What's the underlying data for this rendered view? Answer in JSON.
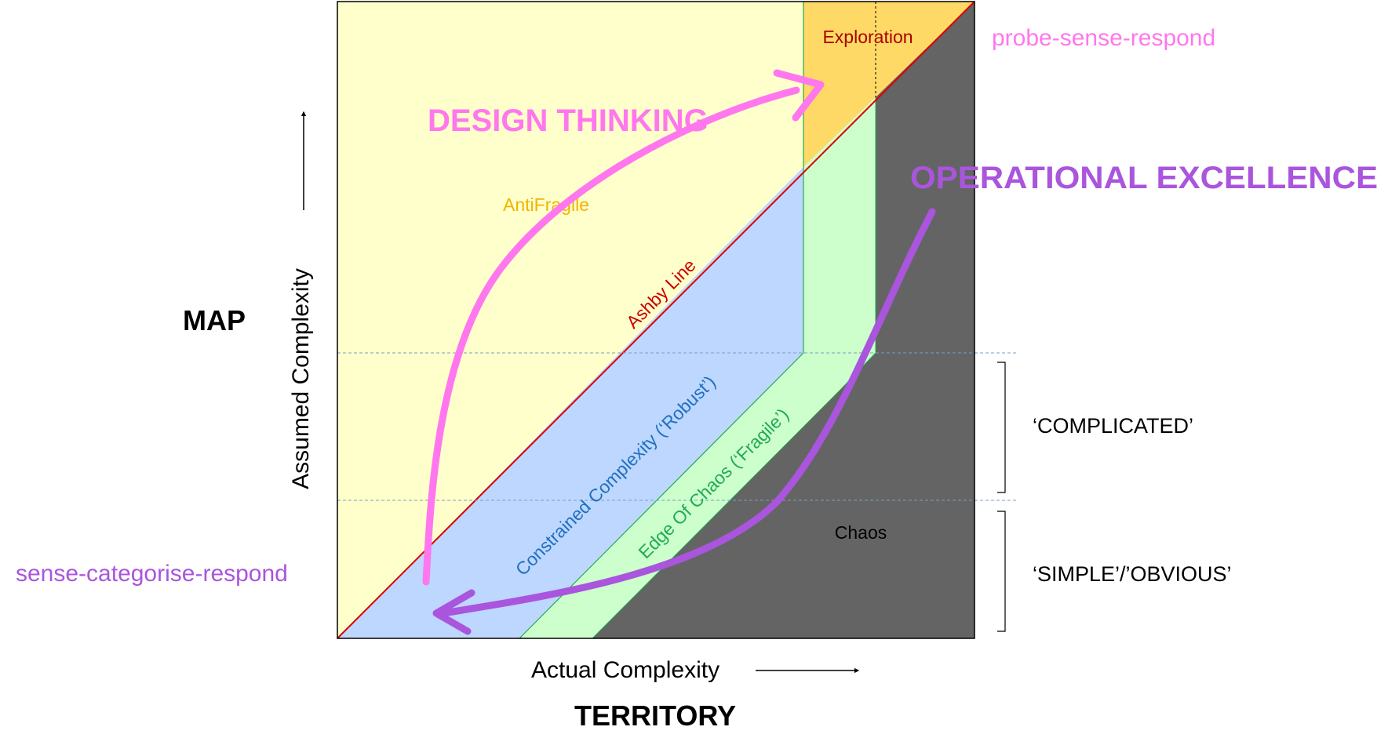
{
  "axes": {
    "y_title": "MAP",
    "y_label": "Assumed Complexity",
    "x_label": "Actual Complexity",
    "x_title": "TERRITORY"
  },
  "regions": {
    "antifragile": "AntiFragile",
    "exploration": "Exploration",
    "ashby_line": "Ashby Line",
    "constrained": "Constrained Complexity (‘Robust’)",
    "edge_of_chaos": "Edge Of Chaos (‘Fragile’)",
    "chaos": "Chaos"
  },
  "approaches": {
    "design_thinking": "DESIGN THINKING",
    "operational_excellence": "OPERATIONAL EXCELLENCE",
    "probe": "probe-sense-respond",
    "sense": "sense-categorise-respond"
  },
  "domains": {
    "complicated": "‘COMPLICATED’",
    "simple": "‘SIMPLE’/’OBVIOUS’"
  },
  "colors": {
    "antifragile_fill": "#ffffcc",
    "exploration_fill": "#ffd966",
    "constrained_fill": "#bdd7ff",
    "edge_fill": "#ccffcc",
    "chaos_fill": "#646464",
    "ashby_line": "#dd0000",
    "design_thinking": "#ff77ee",
    "operational_excellence": "#aa55dd",
    "antifragile_text": "#f0b400",
    "exploration_text": "#aa0000",
    "constrained_text": "#2070c0",
    "edge_text": "#22aa55"
  }
}
